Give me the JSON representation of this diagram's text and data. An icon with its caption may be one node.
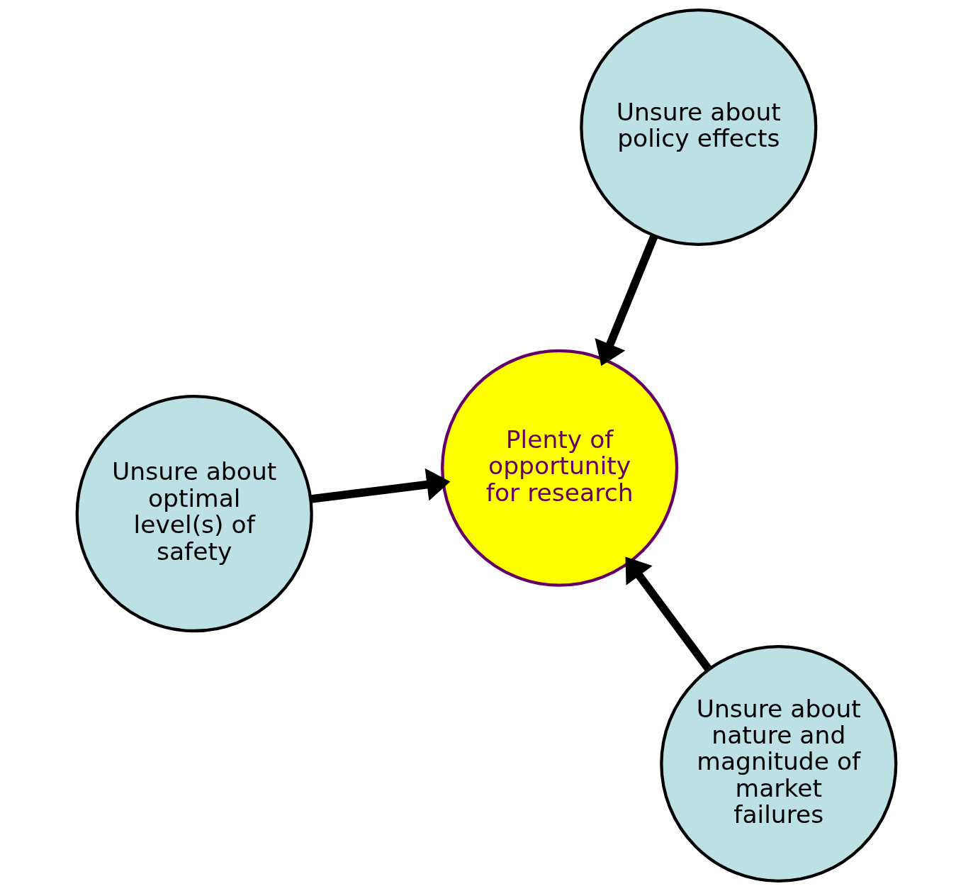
{
  "diagram": {
    "nodes": [
      {
        "text": [
          "Unsure about optimal level(s) of safety"
        ]
      },
      {
        "text": [
          "Plenty of opportunity for research"
        ]
      },
      {
        "text": [
          "Unsure about nature and magnitude of market failures"
        ]
      },
      {
        "text": [
          "Unsure about policy effects"
        ]
      }
    ],
    "edges": [
      {
        "from": 0,
        "to": 1,
        "arrow": "to"
      },
      {
        "from": 2,
        "to": 1,
        "arrow": "to"
      },
      {
        "from": 3,
        "to": 1,
        "arrow": "to"
      }
    ]
  }
}
